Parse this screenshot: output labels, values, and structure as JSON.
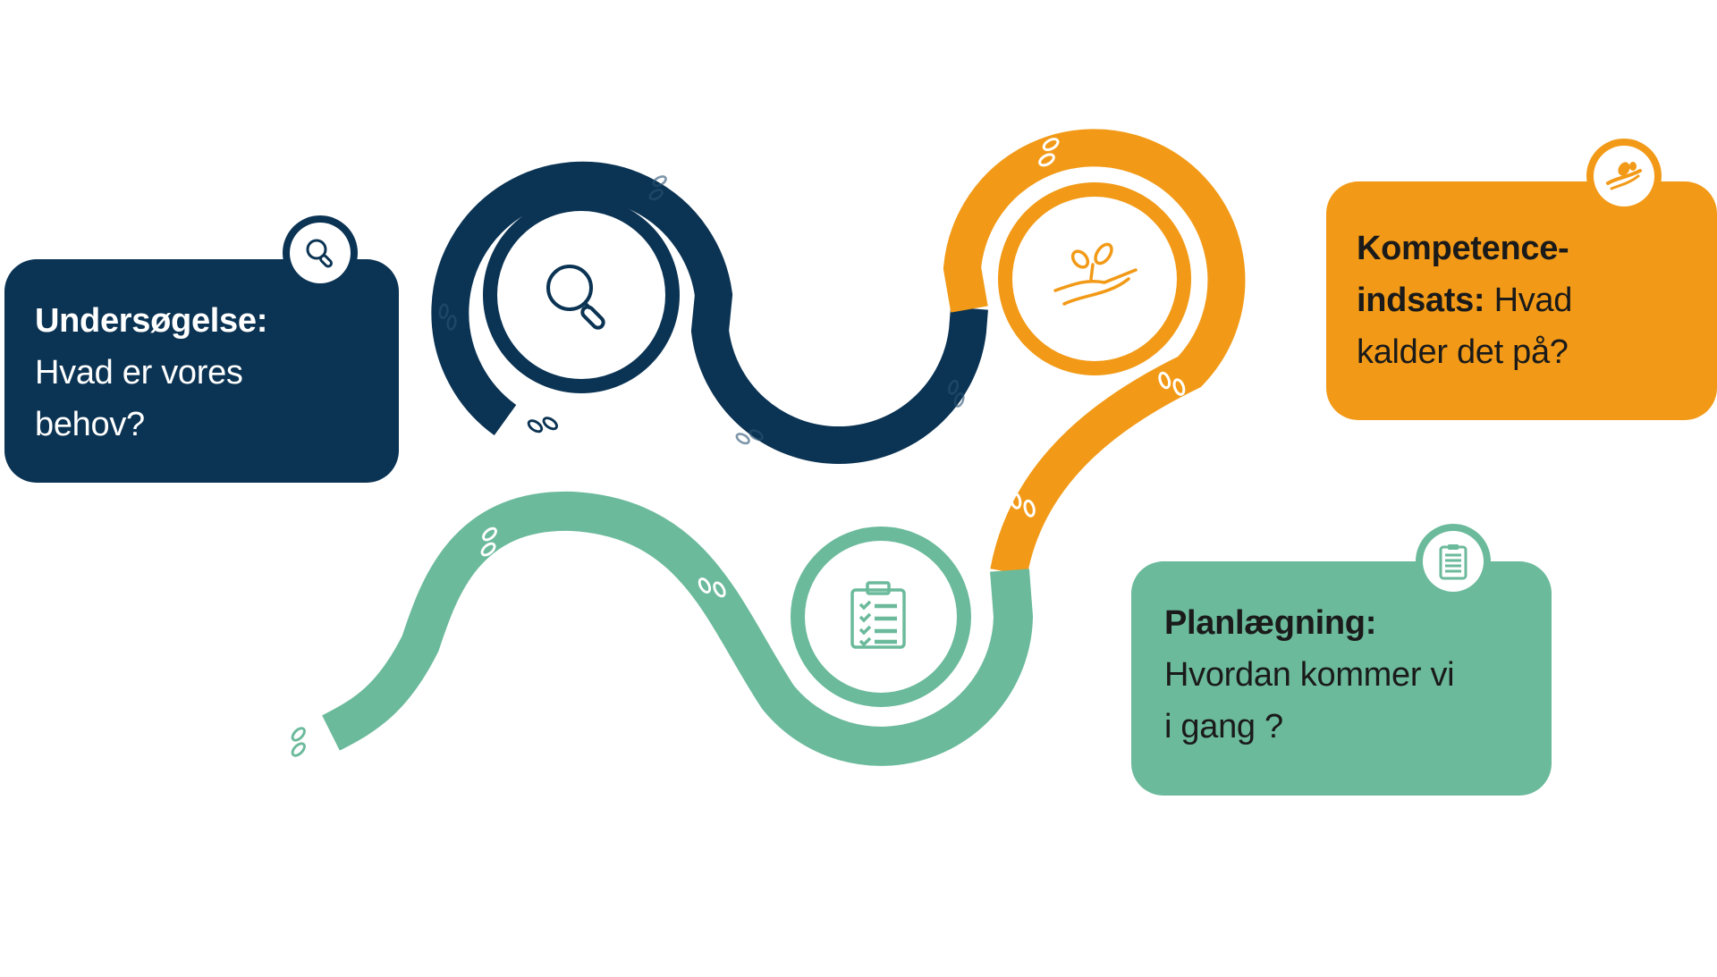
{
  "colors": {
    "navy": "#0B3353",
    "orange": "#F29A17",
    "green": "#6BBA9B",
    "background": "#FFFFFF"
  },
  "steps": [
    {
      "id": "undersogelse",
      "color": "navy",
      "title": "Undersøgelse:",
      "body_lines": [
        "Hvad er vores",
        "behov?"
      ],
      "icon": "magnifier-icon",
      "path_icon": "magnifier-icon"
    },
    {
      "id": "kompetence",
      "color": "orange",
      "title_lines": [
        "Kompetence-",
        "indsats:"
      ],
      "body_inline": "Hvad",
      "body_lines": [
        "kalder det på?"
      ],
      "icon": "hand-with-plant-icon",
      "path_icon": "hand-with-plant-icon"
    },
    {
      "id": "planlaegning",
      "color": "green",
      "title": "Planlægning:",
      "body_lines": [
        "Hvordan kommer vi",
        "i gang ?"
      ],
      "icon": "clipboard-checklist-icon",
      "path_icon": "clipboard-checklist-icon"
    }
  ],
  "decorations": {
    "footprint_icon": "footprints-icon",
    "path_description": "winding road connecting three ringed milestones"
  }
}
